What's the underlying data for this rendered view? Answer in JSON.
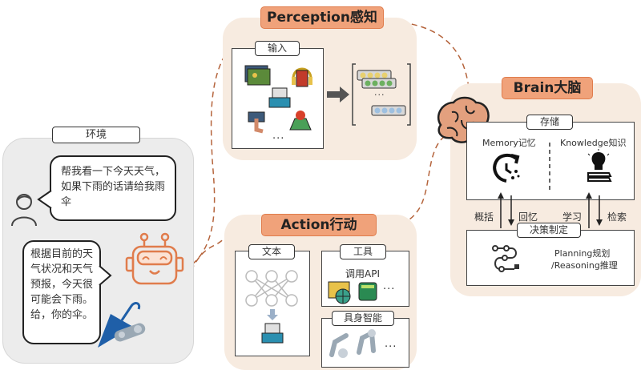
{
  "environment": {
    "title": "环境",
    "user_message": "帮我看一下今天天气，如果下雨的话请给我雨伞",
    "agent_message": "根据目前的天气状况和天气预报，今天很可能会下雨。给，你的伞。"
  },
  "perception": {
    "title": "Perception感知",
    "input_label": "输入",
    "ellipsis": "···",
    "vector_ellipsis": "···"
  },
  "brain": {
    "title": "Brain大脑",
    "storage_label": "存储",
    "memory_label": "Memory记忆",
    "knowledge_label": "Knowledge知识",
    "decision_label": "决策制定",
    "planning_line1": "Planning规划",
    "planning_line2": "/Reasoning推理",
    "arrows": {
      "summarize": "概括",
      "recall": "回忆",
      "learn": "学习",
      "retrieve": "检索"
    }
  },
  "action": {
    "title": "Action行动",
    "text_label": "文本",
    "tools_label": "工具",
    "api_label": "调用API",
    "embodied_label": "具身智能",
    "ellipsis": "···"
  },
  "colors": {
    "accent": "#f0a27a",
    "accent_border": "#e07c4c",
    "panel_bg": "#f7ebe0",
    "env_bg": "#ececec",
    "robot": "#e07c4c",
    "umbrella": "#1f5fa8"
  }
}
